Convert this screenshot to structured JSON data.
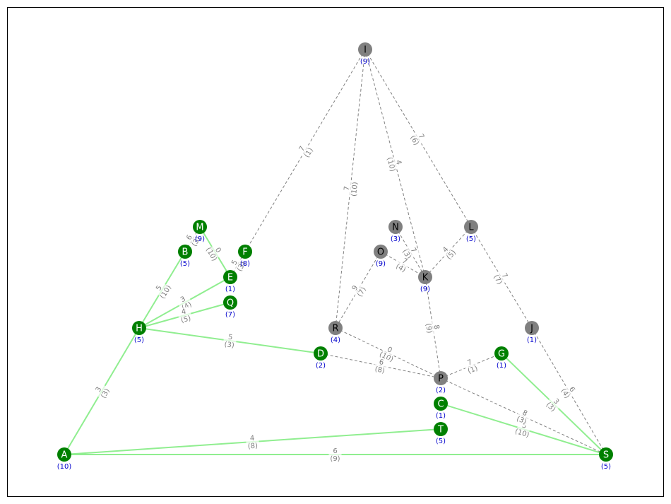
{
  "colors": {
    "active_node": "#008000",
    "inactive_node": "#808080",
    "active_edge": "#90ee90",
    "inactive_edge": "#808080",
    "node_text": "#ffffff",
    "inactive_node_text": "#000000",
    "weight_text": "#0000cc",
    "edge_label_text": "#808080"
  },
  "nodes": [
    {
      "id": "A",
      "weight": "(10)",
      "active": true
    },
    {
      "id": "B",
      "weight": "(5)",
      "active": true
    },
    {
      "id": "C",
      "weight": "(1)",
      "active": true
    },
    {
      "id": "D",
      "weight": "(2)",
      "active": true
    },
    {
      "id": "E",
      "weight": "(1)",
      "active": true
    },
    {
      "id": "F",
      "weight": "(8)",
      "active": true
    },
    {
      "id": "G",
      "weight": "(1)",
      "active": true
    },
    {
      "id": "H",
      "weight": "(5)",
      "active": true
    },
    {
      "id": "I",
      "weight": "(9)",
      "active": false
    },
    {
      "id": "J",
      "weight": "(1)",
      "active": false
    },
    {
      "id": "K",
      "weight": "(9)",
      "active": false
    },
    {
      "id": "L",
      "weight": "(5)",
      "active": false
    },
    {
      "id": "M",
      "weight": "(9)",
      "active": true
    },
    {
      "id": "N",
      "weight": "(3)",
      "active": false
    },
    {
      "id": "O",
      "weight": "(9)",
      "active": false
    },
    {
      "id": "P",
      "weight": "(2)",
      "active": false
    },
    {
      "id": "Q",
      "weight": "(7)",
      "active": true
    },
    {
      "id": "R",
      "weight": "(4)",
      "active": false
    },
    {
      "id": "S",
      "weight": "(5)",
      "active": true
    },
    {
      "id": "T",
      "weight": "(5)",
      "active": true
    }
  ],
  "edges": [
    {
      "from": "A",
      "to": "S",
      "top": "6",
      "bottom": "(9)",
      "active": true
    },
    {
      "from": "A",
      "to": "T",
      "top": "4",
      "bottom": "(8)",
      "active": true
    },
    {
      "from": "A",
      "to": "H",
      "top": "3",
      "bottom": "(3)",
      "active": true
    },
    {
      "from": "H",
      "to": "B",
      "top": "5",
      "bottom": "(10)",
      "active": true
    },
    {
      "from": "H",
      "to": "E",
      "top": "3",
      "bottom": "(4)",
      "active": true
    },
    {
      "from": "H",
      "to": "Q",
      "top": "4",
      "bottom": "(5)",
      "active": true
    },
    {
      "from": "H",
      "to": "D",
      "top": "5",
      "bottom": "(3)",
      "active": true
    },
    {
      "from": "M",
      "to": "E",
      "top": "0",
      "bottom": "(10)",
      "active": true
    },
    {
      "from": "C",
      "to": "S",
      "top": "5",
      "bottom": "(10)",
      "active": true
    },
    {
      "from": "G",
      "to": "S",
      "top": "3",
      "bottom": "(3)",
      "active": true
    },
    {
      "from": "I",
      "to": "F",
      "top": "7",
      "bottom": "(1)",
      "active": false
    },
    {
      "from": "I",
      "to": "R",
      "top": "7",
      "bottom": "(10)",
      "active": false
    },
    {
      "from": "I",
      "to": "K",
      "top": "4",
      "bottom": "(10)",
      "active": false
    },
    {
      "from": "I",
      "to": "L",
      "top": "7",
      "bottom": "(6)",
      "active": false
    },
    {
      "from": "L",
      "to": "K",
      "top": "4",
      "bottom": "(5)",
      "active": false
    },
    {
      "from": "L",
      "to": "J",
      "top": "7",
      "bottom": "(7)",
      "active": false
    },
    {
      "from": "N",
      "to": "K",
      "top": "7",
      "bottom": "(3)",
      "active": false
    },
    {
      "from": "O",
      "to": "K",
      "top": "7",
      "bottom": "(4)",
      "active": false
    },
    {
      "from": "O",
      "to": "R",
      "top": "9",
      "bottom": "(7)",
      "active": false
    },
    {
      "from": "K",
      "to": "P",
      "top": "8",
      "bottom": "(9)",
      "active": false
    },
    {
      "from": "R",
      "to": "P",
      "top": "0",
      "bottom": "(10)",
      "active": false
    },
    {
      "from": "D",
      "to": "P",
      "top": "6",
      "bottom": "(8)",
      "active": false
    },
    {
      "from": "P",
      "to": "G",
      "top": "7",
      "bottom": "(1)",
      "active": false
    },
    {
      "from": "P",
      "to": "S",
      "top": "8",
      "bottom": "(3)",
      "active": false
    },
    {
      "from": "J",
      "to": "S",
      "top": "6",
      "bottom": "(4)",
      "active": false
    },
    {
      "from": "E",
      "to": "F",
      "top": "5",
      "bottom": "(3)",
      "active": false
    },
    {
      "from": "B",
      "to": "M",
      "top": "6",
      "bottom": "(3)",
      "active": false
    }
  ]
}
